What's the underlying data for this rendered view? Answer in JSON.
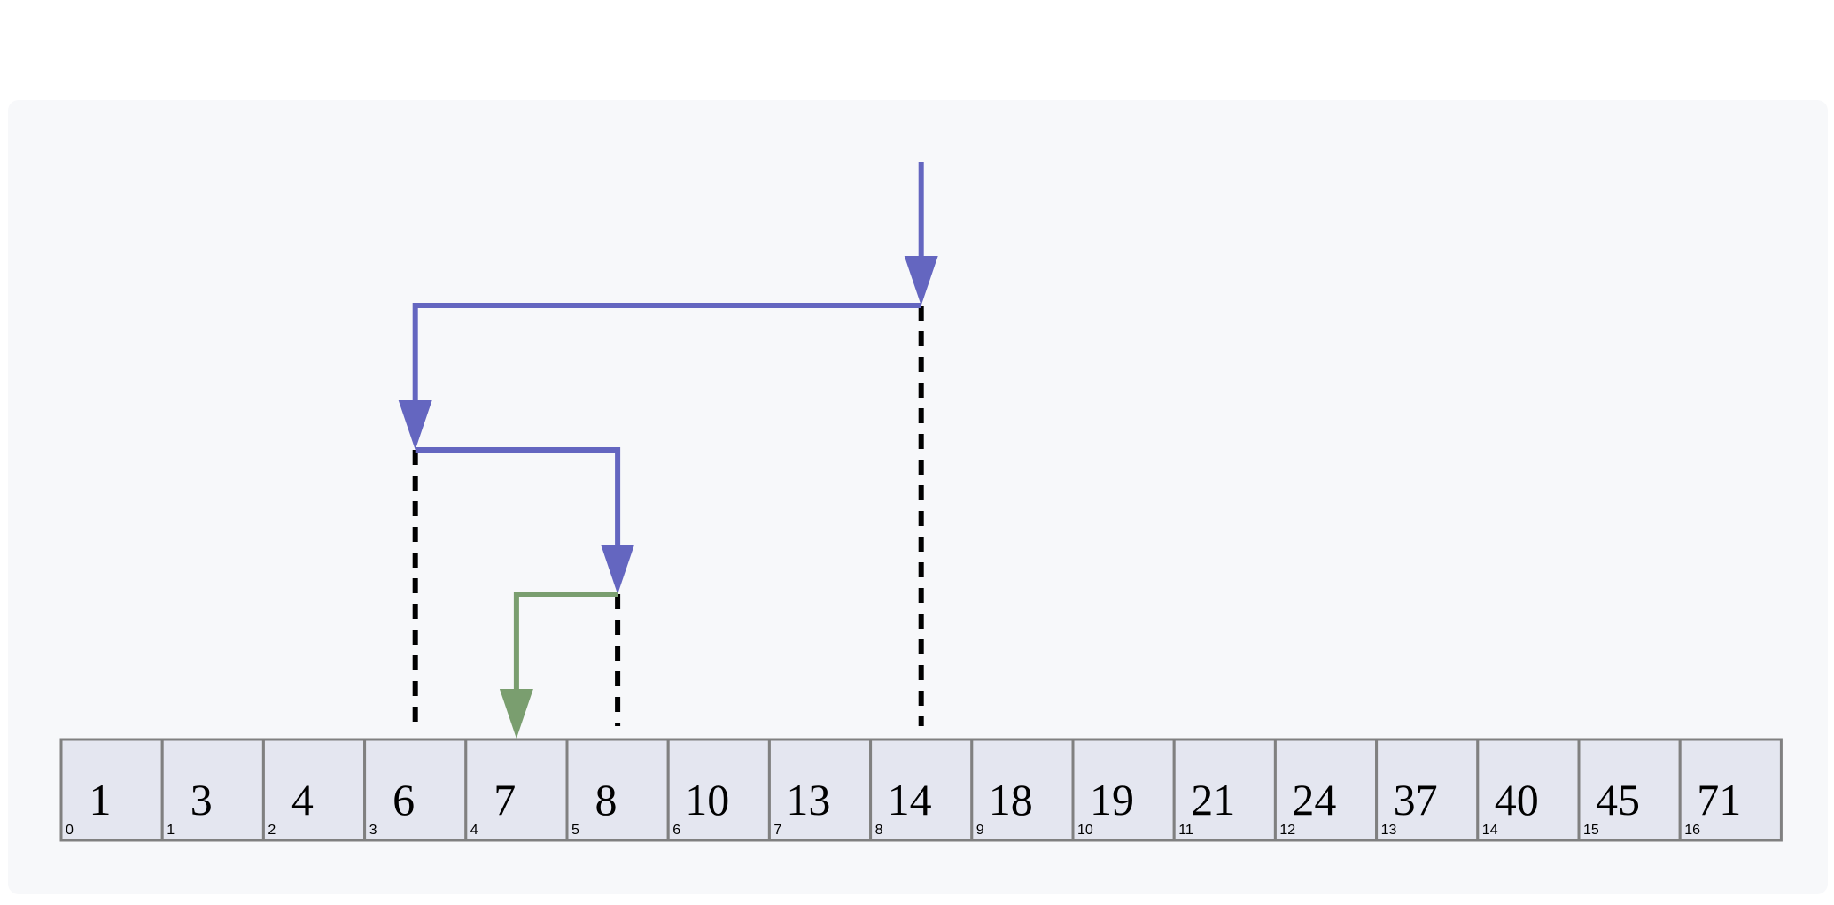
{
  "array": {
    "values": [
      1,
      3,
      4,
      6,
      7,
      8,
      10,
      13,
      14,
      18,
      19,
      21,
      24,
      37,
      40,
      45,
      71
    ],
    "indices": [
      0,
      1,
      2,
      3,
      4,
      5,
      6,
      7,
      8,
      9,
      10,
      11,
      12,
      13,
      14,
      15,
      16
    ]
  },
  "search_path": {
    "steps": [
      {
        "index": 8,
        "value": 14
      },
      {
        "index": 3,
        "value": 6
      },
      {
        "index": 5,
        "value": 8
      },
      {
        "index": 4,
        "value": 7
      }
    ],
    "result_index": 4
  },
  "colors": {
    "probe_arrow": "#6466c0",
    "result_arrow": "#7a9e6f",
    "dashed_marker": "#000000",
    "cell_fill": "#e4e6f0",
    "cell_border": "#808080",
    "panel_background": "#f7f8fa"
  }
}
